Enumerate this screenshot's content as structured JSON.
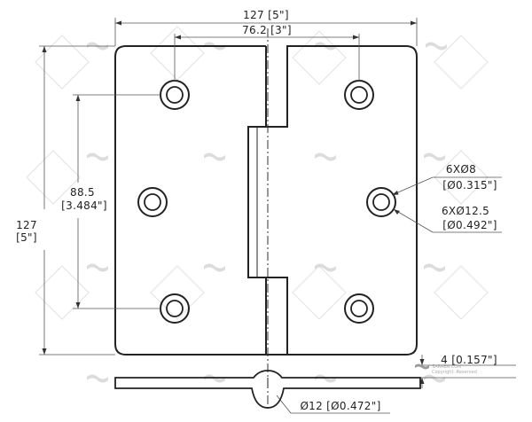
{
  "dimensions": {
    "overall_width": "127 [5\"]",
    "hole_spacing_horizontal": "76.2 [3\"]",
    "overall_height_mm": "127",
    "overall_height_in": "[5\"]",
    "hole_spacing_vertical_mm": "88.5",
    "hole_spacing_vertical_in": "[3.484\"]",
    "hole_dia_line1": "6XØ8",
    "hole_dia_line2": "[Ø0.315\"]",
    "countersink_line1": "6XØ12.5",
    "countersink_line2": "[Ø0.492\"]",
    "thickness": "4 [0.157\"]",
    "pin_diameter": "Ø12 [Ø0.472\"]"
  },
  "watermark": {
    "brand": "SARABA.COM",
    "notice": "Copyright. Reserved"
  },
  "colors": {
    "line": "#222222",
    "watermark": "#c9c9c9"
  }
}
